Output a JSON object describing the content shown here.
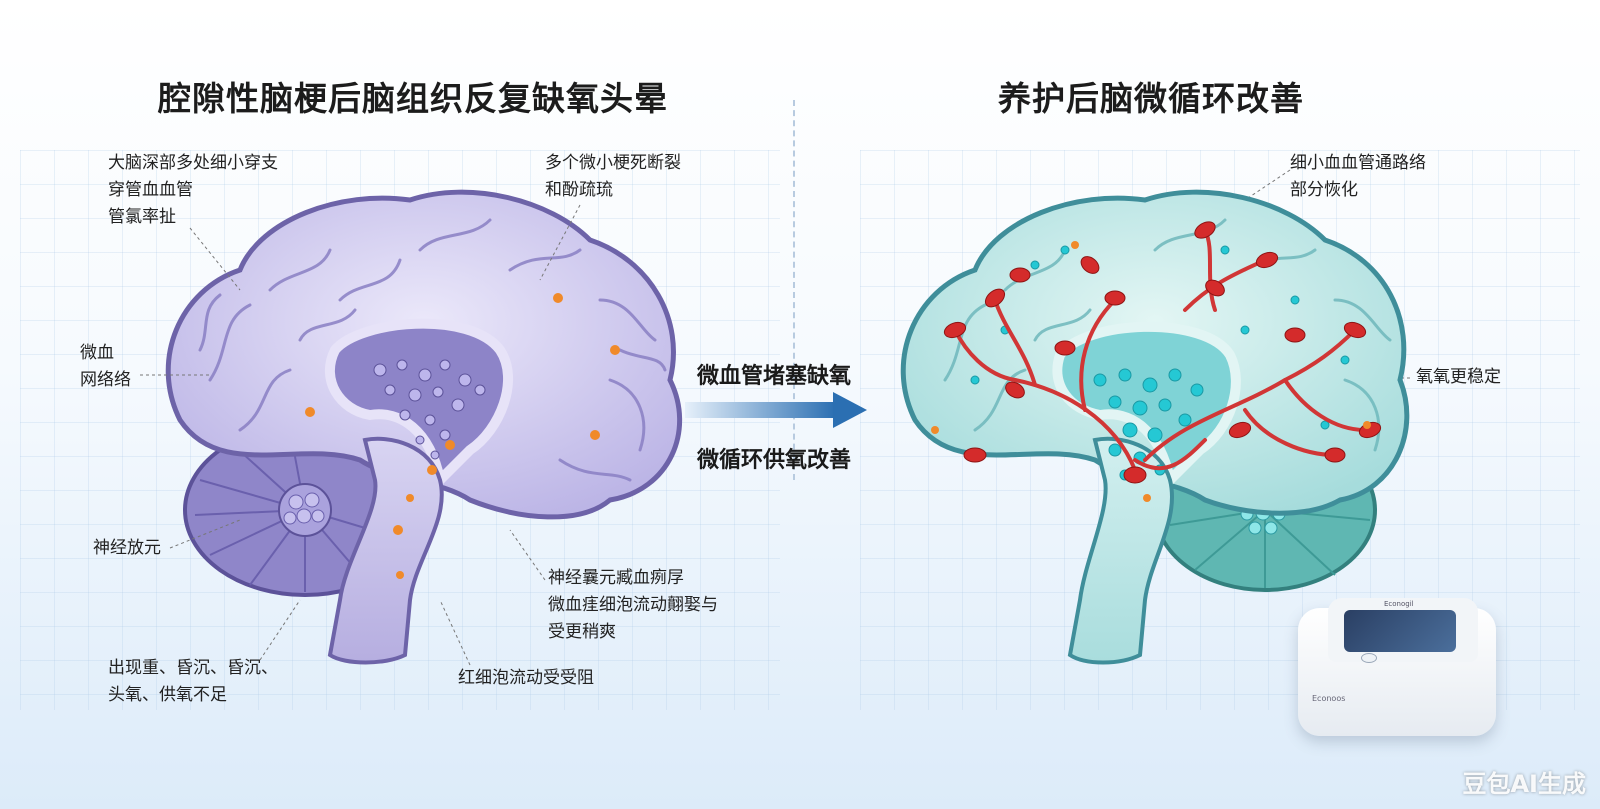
{
  "left_panel": {
    "title": "腔隙性脑梗后脑组织反复缺氧头晕",
    "labels": {
      "deep_vessels": [
        "大脑深部多处细小穿支",
        "穿管血血管",
        "管氯率扯"
      ],
      "infarcts": [
        "多个微小梗死断裂",
        "和酚疏琉"
      ],
      "micro_network": [
        "微血",
        "网络络"
      ],
      "neuron": [
        "神经放元"
      ],
      "neuron_flow": [
        "神经曩元臧血㾐㞌",
        "微血㾏细泡流动翸娶与",
        "受更稍爽"
      ],
      "symptoms": [
        "出现重、昏沉、昏沉、",
        "头氧、供氧不足"
      ],
      "rbc_flow": [
        "红细泡流动受受阻"
      ]
    }
  },
  "middle": {
    "top_text": "微血管堵塞缺氧",
    "bottom_text": "微循环供氧改善"
  },
  "right_panel": {
    "title": "养护后脑微循环改善",
    "labels": {
      "vessels": [
        "细小血血管通路络",
        "部分恢化"
      ],
      "oxygen": [
        "氧氧更稳定"
      ]
    }
  },
  "device": {
    "label": "Econoos",
    "screen_text": "Econogil"
  },
  "watermark": "豆包AI生成",
  "colors": {
    "left_brain": "#c9c3ec",
    "left_outline": "#6d63a8",
    "right_brain": "#b9e6e6",
    "right_outline": "#3f8e9a",
    "red_cells": "#d42b2b",
    "oxygen_dots": "#22c9d6",
    "arrow": "#2b6fb2"
  }
}
